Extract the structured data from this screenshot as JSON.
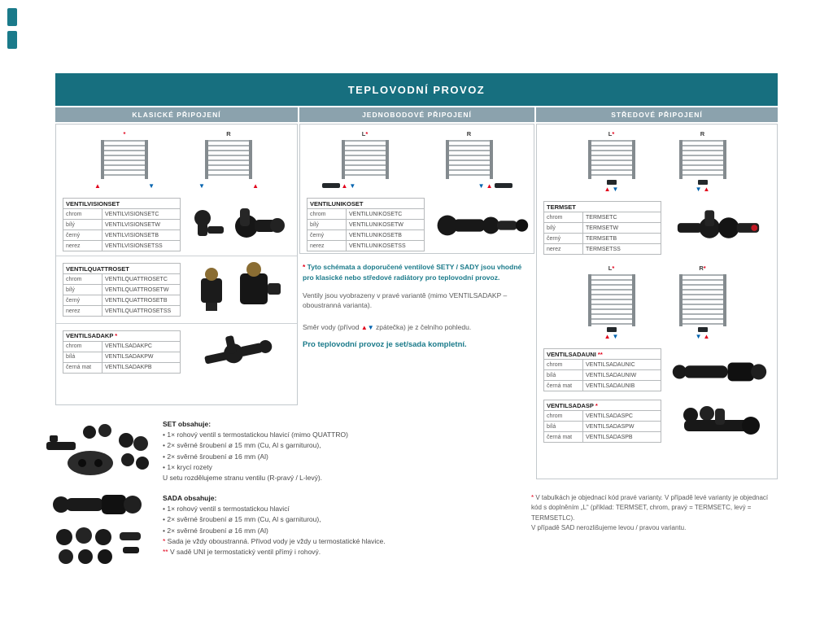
{
  "colors": {
    "teal_bar": "#176f7f",
    "column_header_gray": "#8ba2ad",
    "accent_red": "#e2001a",
    "accent_blue": "#0063af",
    "teal_text": "#1a7a8a"
  },
  "title_bar": {
    "title": "TEPLOVODNÍ PROVOZ"
  },
  "column_headers": {
    "classic": "KLASICKÉ PŘIPOJENÍ",
    "single_point": "JEDNOBODOVÉ PŘIPOJENÍ",
    "central": "STŘEDOVÉ PŘIPOJENÍ"
  },
  "diagrams": {
    "classic": {
      "fig1": {
        "label": "",
        "star": "*"
      },
      "fig2": {
        "label": "R",
        "star": ""
      }
    },
    "single_point": {
      "fig1": {
        "label": "L",
        "star": "*"
      },
      "fig2": {
        "label": "R",
        "star": ""
      }
    },
    "central_top": {
      "fig1": {
        "label": "L",
        "star": "*"
      },
      "fig2": {
        "label": "R",
        "star": ""
      }
    },
    "central_mid": {
      "fig1": {
        "label": "L",
        "star": "*"
      },
      "fig2": {
        "label": "R",
        "star": "*"
      }
    }
  },
  "tables": {
    "ventilvisionset": {
      "title": "VENTILVISIONSET",
      "star": "",
      "rows": [
        {
          "name": "chrom",
          "code": "VENTILVISIONSETC"
        },
        {
          "name": "bílý",
          "code": "VENTILVISIONSETW"
        },
        {
          "name": "černý",
          "code": "VENTILVISIONSETB"
        },
        {
          "name": "nerez",
          "code": "VENTILVISIONSETSS"
        }
      ]
    },
    "ventilquattroset": {
      "title": "VENTILQUATTROSET",
      "star": "",
      "rows": [
        {
          "name": "chrom",
          "code": "VENTILQUATTROSETC"
        },
        {
          "name": "bílý",
          "code": "VENTILQUATTROSETW"
        },
        {
          "name": "černý",
          "code": "VENTILQUATTROSETB"
        },
        {
          "name": "nerez",
          "code": "VENTILQUATTROSETSS"
        }
      ]
    },
    "ventilsadakp": {
      "title": "VENTILSADAKP",
      "star": " *",
      "rows": [
        {
          "name": "chrom",
          "code": "VENTILSADAKPC"
        },
        {
          "name": "bílá",
          "code": "VENTILSADAKPW"
        },
        {
          "name": "černá mat",
          "code": "VENTILSADAKPB"
        }
      ]
    },
    "ventilunikoset": {
      "title": "VENTILUNIKOSET",
      "star": "",
      "rows": [
        {
          "name": "chrom",
          "code": "VENTILUNIKOSETC"
        },
        {
          "name": "bílý",
          "code": "VENTILUNIKOSETW"
        },
        {
          "name": "černý",
          "code": "VENTILUNIKOSETB"
        },
        {
          "name": "nerez",
          "code": "VENTILUNIKOSETSS"
        }
      ]
    },
    "termset": {
      "title": "TERMSET",
      "star": "",
      "rows": [
        {
          "name": "chrom",
          "code": "TERMSETC"
        },
        {
          "name": "bílý",
          "code": "TERMSETW"
        },
        {
          "name": "černý",
          "code": "TERMSETB"
        },
        {
          "name": "nerez",
          "code": "TERMSETSS"
        }
      ]
    },
    "ventilsadauni": {
      "title": "VENTILSADAUNI",
      "star": " **",
      "rows": [
        {
          "name": "chrom",
          "code": "VENTILSADAUNIC"
        },
        {
          "name": "bílá",
          "code": "VENTILSADAUNIW"
        },
        {
          "name": "černá mat",
          "code": "VENTILSADAUNIB"
        }
      ]
    },
    "ventilsadasp": {
      "title": "VENTILSADASP",
      "star": " *",
      "rows": [
        {
          "name": "chrom",
          "code": "VENTILSADASPC"
        },
        {
          "name": "bílá",
          "code": "VENTILSADASPW"
        },
        {
          "name": "černá mat",
          "code": "VENTILSADASPB"
        }
      ]
    }
  },
  "notes": {
    "star1": "* ",
    "note1": "Tyto schémata a doporučené ventilové SETY / SADY jsou vhodné pro klasické nebo středové radiátory pro teplovodní provoz.",
    "note2": "Ventily jsou vyobrazeny v pravé variantě (mimo VENTILSADAKP – oboustranná varianta).",
    "note3_pre": "Směr vody (přívod ",
    "note3_post": " zpátečka) je z čelního pohledu.",
    "note4": "Pro teplovodní provoz je set/sada kompletní."
  },
  "set_contents": {
    "heading": "SET obsahuje:",
    "items": [
      "1× rohový ventil s termostatickou hlavicí (mimo QUATTRO)",
      "2× svěrné šroubení ø 15 mm (Cu, Al s garniturou),",
      "2× svěrné šroubení ø 16 mm (Al)",
      "1× krycí rozety"
    ],
    "footer": "U setu rozdělujeme stranu ventilu (R-pravý / L-levý)."
  },
  "sada_contents": {
    "heading": "SADA obsahuje:",
    "items": [
      "1× rohový ventil s termostatickou hlavicí",
      "2× svěrné šroubení ø 15 mm (Cu, Al s garniturou),",
      "2× svěrné šroubení ø 16 mm (Al)"
    ],
    "note1_star": "* ",
    "note1": "Sada je vždy oboustranná. Přívod vody je vždy u termostatické hlavice.",
    "note2_star": "** ",
    "note2": "V sadě UNI je termostatický ventil přímý i rohový."
  },
  "footnote": {
    "star": "* ",
    "line1": "V tabulkách je objednací kód pravé varianty. V případě levé varianty je objednací kód s doplněním „L“ (příklad: TERMSET, chrom, pravý = TERMSETC, levý = TERMSETLC).",
    "line2": "V případě SAD nerozlišujeme levou / pravou variantu."
  }
}
